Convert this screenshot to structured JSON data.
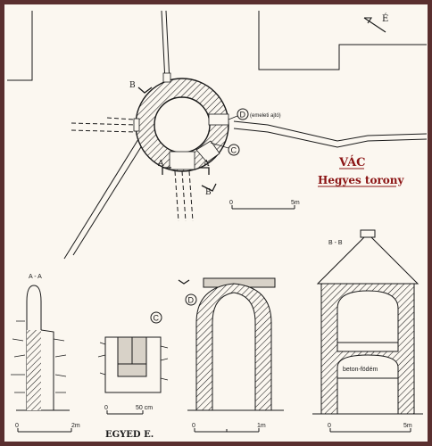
{
  "north": "É",
  "town": "VÁC",
  "tower_name": "Hegyes torony",
  "label_upper_door": "(emeleti ajtó)",
  "label_floor": "beton-födém",
  "section_aa": "A - A",
  "section_bb": "B - B",
  "mark_a": "A",
  "mark_b": "B",
  "mark_c": "C",
  "mark_d": "D",
  "scale_plan": {
    "zero": "0",
    "end": "5m"
  },
  "scale_aa": {
    "zero": "0",
    "end": "2m"
  },
  "scale_c": {
    "zero": "0",
    "end": "50 cm"
  },
  "scale_d": {
    "zero": "0",
    "end": "1m"
  },
  "scale_bb": {
    "zero": "0",
    "end": "5m"
  },
  "author": "EGYED E.",
  "colors": {
    "frame": "#5a2f2f",
    "paper": "#fbf7f0",
    "ink": "#1a1a1a",
    "title": "#8b1414"
  }
}
